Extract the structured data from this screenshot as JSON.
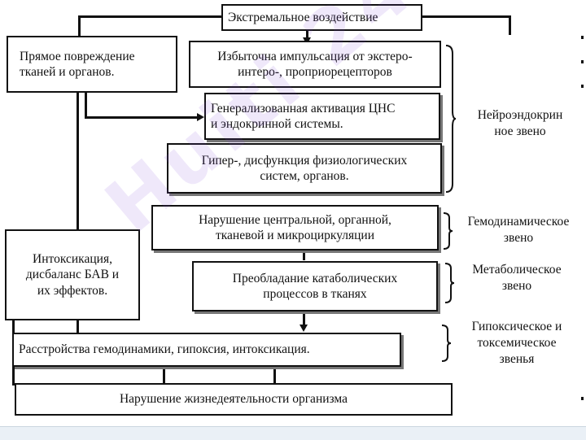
{
  "diagram": {
    "top": "Экстремальное воздействие",
    "direct_damage": "Прямое повреждение\nтканей и органов.",
    "impulse": "Избыточна импульсация от экстеро-\nинтеро-, проприорецепторов",
    "cns": "Генерализованная активация ЦНС\nи  эндокринной системы.",
    "hyper": "Гипер-, дисфункция физиологических\nсистем, органов.",
    "circulation": "Нарушение центральной, органной,\nтканевой и микроциркуляции",
    "intoxication": "Интоксикация,\nдисбаланс БАВ и\nих эффектов.",
    "catabolic": "Преобладание катаболических\nпроцессов в тканях",
    "disorders": "Расстройства гемодинамики, гипоксия, интоксикация.",
    "final": "Нарушение жизнедеятельности организма"
  },
  "labels": {
    "neuroendocrine": "Нейроэндокрин\nное звено",
    "hemodynamic": "Гемодинамическое\nзвено",
    "metabolic": "Метаболическое\nзвено",
    "hypoxic": "Гипоксическое и\nтоксемическое\nзвенья"
  },
  "watermark": "Huiti 24"
}
